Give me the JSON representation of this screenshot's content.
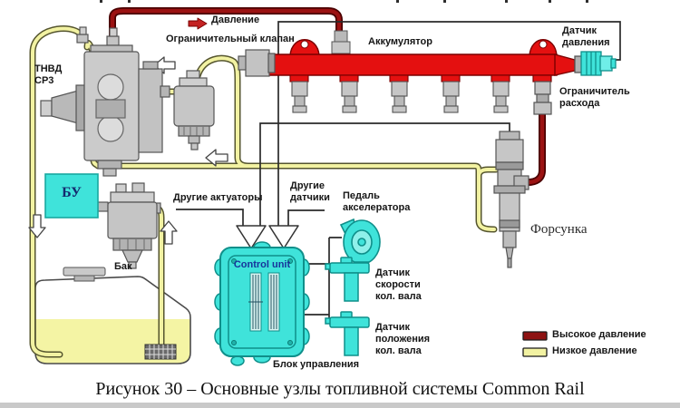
{
  "figure_caption": "Рисунок 30 – Основные узлы топливной системы Common Rail",
  "labels": {
    "pump": "ТНВД\nСР3",
    "pressure_flow": "Давление",
    "limiting_valve": "Ограничительный клапан",
    "accumulator": "Аккумулятор",
    "pressure_sensor": "Датчик\nдавления",
    "flow_limiter": "Ограничитель\nрасхода",
    "other_actuators": "Другие актуаторы",
    "other_sensors": "Другие\nдатчики",
    "accelerator_pedal": "Педаль\nакселератора",
    "crank_speed_sensor": "Датчик\nскорости\nкол. вала",
    "crank_position_sensor": "Датчик\nположения\nкол. вала",
    "fuel_tank": "Бак",
    "control_unit_en": "Control unit",
    "control_unit_ru": "Блок управления",
    "injector": "Форсунка",
    "bu_unit": "БУ"
  },
  "legend": {
    "items": [
      {
        "label": "Высокое давление",
        "color": "#8e1212"
      },
      {
        "label": "Низкое давление",
        "color": "#f2f2a2"
      }
    ]
  },
  "colors": {
    "high_pressure_pipe": "#9b1212",
    "rail_red": "#e41010",
    "low_pressure_pipe": "#f2f2a2",
    "component_cyan": "#3fe3da",
    "component_gray": "#c6c6c6",
    "signal_wire": "#2a2a2a"
  },
  "top_fragments": [
    110,
    141,
    437,
    489,
    557,
    605,
    646
  ]
}
